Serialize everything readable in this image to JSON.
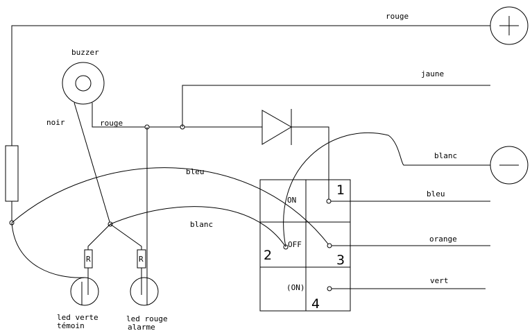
{
  "labels": {
    "rouge_top": "rouge",
    "buzzer": "buzzer",
    "jaune": "jaune",
    "noir": "noir",
    "rouge_mid": "rouge",
    "blanc_right": "blanc",
    "bleu_arc": "bleu",
    "bleu_right": "bleu",
    "blanc_arc": "blanc",
    "orange": "orange",
    "vert": "vert",
    "led_verte_1": "led verte",
    "led_verte_2": "témoin",
    "led_rouge_1": "led rouge",
    "led_rouge_2": "alarme",
    "resistor": "R"
  },
  "switch": {
    "on": "ON",
    "off": "OFF",
    "on_momentary": "(ON)",
    "term1": "1",
    "term2": "2",
    "term3": "3",
    "term4": "4"
  },
  "terminals": {
    "plus": "+",
    "minus": "−"
  }
}
